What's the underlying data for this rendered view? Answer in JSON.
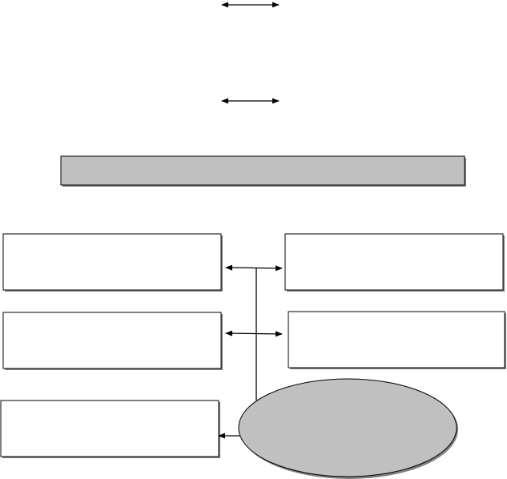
{
  "diagram": {
    "title": "",
    "colors": {
      "stroke": "#000000",
      "box_fill": "#ffffff",
      "gray_fill": "#c0c0c0",
      "shadow": "#808080"
    },
    "banner": {
      "label": ""
    },
    "left_boxes": [
      {
        "label": ""
      },
      {
        "label": ""
      },
      {
        "label": ""
      }
    ],
    "right_boxes": [
      {
        "label": ""
      },
      {
        "label": ""
      }
    ],
    "ellipse": {
      "label": ""
    },
    "connectors": [
      {
        "name": "top-double-arrow-1",
        "type": "double-arrow"
      },
      {
        "name": "top-double-arrow-2",
        "type": "double-arrow"
      },
      {
        "name": "row1-double-arrow",
        "type": "double-arrow"
      },
      {
        "name": "row2-double-arrow",
        "type": "double-arrow"
      },
      {
        "name": "vertical-trunk-line",
        "type": "line"
      },
      {
        "name": "ellipse-to-left-box-arrow",
        "type": "arrow"
      }
    ]
  }
}
